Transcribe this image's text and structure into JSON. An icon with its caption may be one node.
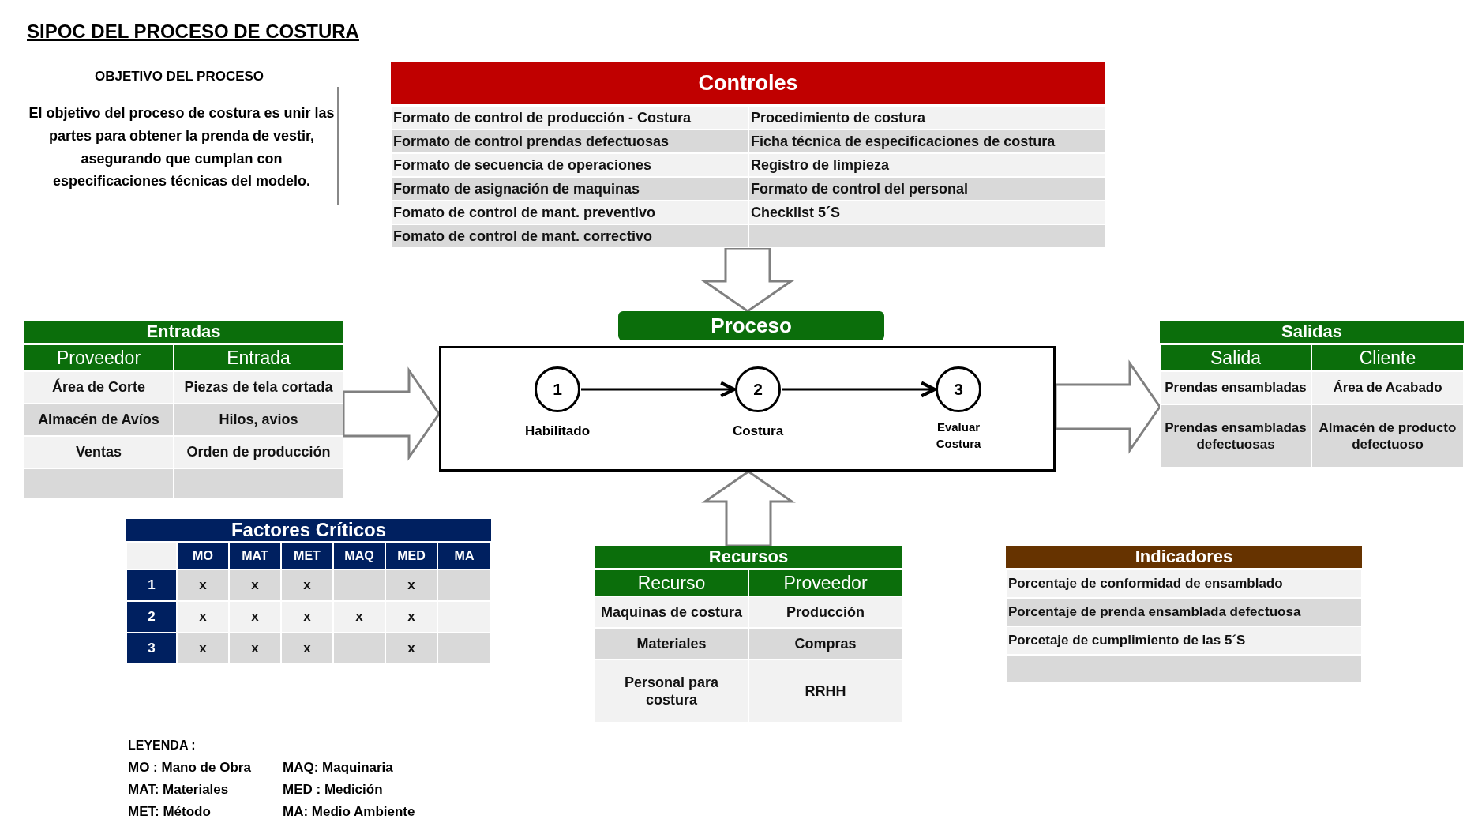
{
  "diagram": {
    "title": "SIPOC DEL PROCESO DE COSTURA",
    "nodes": [
      {
        "text": [
          "Controles",
          "Formato de control de producción - Costura",
          "Procedimiento de costura",
          "Formato de control  prendas defectuosas",
          "Ficha técnica de especificaciones de costura",
          "Formato de secuencia de operaciones",
          "Registro de limpieza",
          "Formato de asignación de maquinas",
          "Formato de control del personal",
          "Fomato de control de mant. preventivo",
          "Checklist 5´S",
          "Fomato de control de mant. correctivo"
        ]
      },
      {
        "text": [
          "Proceso"
        ]
      },
      {
        "text": [
          "1"
        ],
        "in": 1,
        "beside": [
          "Habilitado"
        ]
      },
      {
        "text": [
          "2"
        ],
        "in": 1,
        "beside": [
          "Costura"
        ]
      },
      {
        "text": [
          "3"
        ],
        "in": 1,
        "beside": [
          "Evaluar Costura"
        ]
      },
      {
        "text": [
          "Entradas",
          "Proveedor",
          "Entrada",
          "Área de Corte",
          "Piezas de tela cortada",
          "Almacén de Avíos",
          "Hilos, avios",
          "Ventas",
          "Orden de producción"
        ]
      },
      {
        "text": [
          "Salidas",
          "Salida",
          "Cliente",
          "Prendas ensambladas",
          "Área de Acabado",
          "Prendas ensambladas defectuosas",
          "Almacén de producto defectuoso"
        ]
      },
      {
        "text": [
          "Recursos",
          "Recurso",
          "Proveedor",
          "Maquinas de costura",
          "Producción",
          "Materiales",
          "Compras",
          "Personal para costura",
          "RRHH"
        ]
      },
      {
        "text": [
          "Factores Críticos",
          "MO",
          "MAT",
          "MET",
          "MAQ",
          "MED",
          "MA",
          "1",
          "x",
          "x",
          "x",
          "x",
          "2",
          "x",
          "x",
          "x",
          "x",
          "x",
          "3",
          "x",
          "x",
          "x",
          "x"
        ]
      },
      {
        "text": [
          "Indicadores",
          "Porcentaje de conformidad de ensamblado",
          "Porcentaje de prenda ensamblada defectuosa",
          "Porcetaje de cumplimiento de las 5´S"
        ]
      }
    ],
    "edges": [
      {
        "from": 0,
        "to": 1,
        "arrow": "to"
      },
      {
        "from": 5,
        "to": 1,
        "arrow": "to"
      },
      {
        "from": 1,
        "to": 6,
        "arrow": "to"
      },
      {
        "from": 7,
        "to": 1,
        "arrow": "to"
      },
      {
        "from": 2,
        "to": 3,
        "arrow": "to"
      },
      {
        "from": 3,
        "to": 4,
        "arrow": "to"
      }
    ],
    "labels": [
      "OBJETIVO DEL PROCESO",
      "El objetivo del proceso de costura es unir las partes  para obtener la prenda de vestir,  asegurando que cumplan con especificaciones técnicas del modelo.",
      "LEYENDA :",
      "MO : Mano de Obra",
      "MAQ: Maquinaria",
      "MAT: Materiales",
      "MED : Medición",
      "MET: Método",
      "MA: Medio Ambiente"
    ]
  }
}
